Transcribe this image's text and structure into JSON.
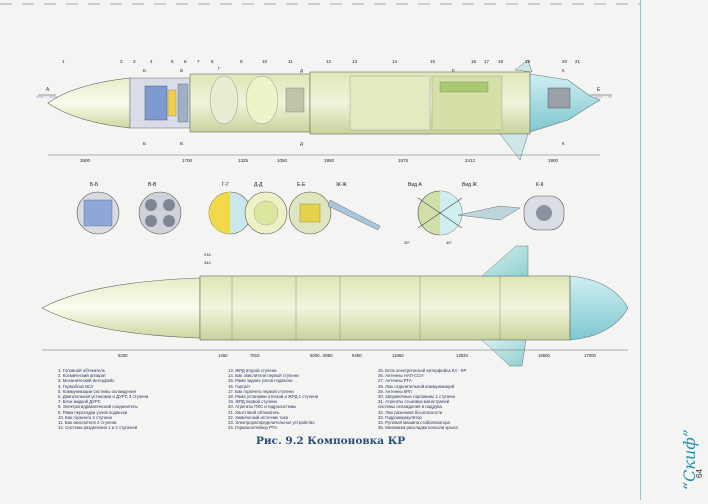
{
  "caption": "Рис. 9.2 Компоновка КР",
  "brand": "“Скиф”",
  "page_number": "64",
  "top_view": {
    "callouts": [
      "1",
      "2",
      "3",
      "4",
      "5",
      "6",
      "7",
      "8",
      "9",
      "10",
      "11",
      "12",
      "13",
      "14",
      "15",
      "16",
      "17",
      "18",
      "19",
      "20",
      "21"
    ],
    "section_marks": [
      "А",
      "Б",
      "В",
      "Г",
      "Д",
      "Е",
      "Ж",
      "К",
      "Б",
      "В",
      "Д",
      "К"
    ],
    "dimensions": [
      "3500",
      "1700",
      "1325",
      "1050",
      "1950",
      "1575",
      "2412",
      "1900"
    ]
  },
  "section_labels": [
    "Б-Б",
    "В-В",
    "Г-Г",
    "Д-Д",
    "Е-Е",
    "Ж-Ж",
    "Вид А",
    "Вид Ж",
    "К-К"
  ],
  "bottom_view": {
    "dimensions": [
      "5330",
      "1460",
      "7810",
      "5000...9080",
      "9450",
      "11860",
      "13920",
      "15500",
      "17000"
    ],
    "small_labels": [
      "916",
      "344",
      "30°",
      "45°"
    ]
  },
  "legend": {
    "col1": [
      "1. Головной обтекатель",
      "2. Космический аппарат",
      "3. Механический интерфейс",
      "4. Гермоблок ВСУ",
      "5. Коммуникации системы охлаждения",
      "6. Двигательная установка и ДУРС 3 ступени",
      "7. Блок жидкой ДУРС",
      "8. Электрогидравлический соединитель",
      "9. Рама пересадки узлов подвески",
      "10. Бак горючего 2 ступени",
      "11. Бак окислителя 2 ступени",
      "12. Система разделения 1 и 2 ступеней"
    ],
    "col2": [
      "13. ЖРД второй ступени",
      "14. Бак окислителя первой ступени",
      "15. Рама задних узлов подвески",
      "16. Гаргрот",
      "17. Бак горючего первой ступени",
      "18. Рама установки отсеков и ЖРД 1 ступени",
      "19. ЖРД первой ступени",
      "20. Агрегаты ПКС и гидросистемы",
      "21. Хвостовой обтекатель",
      "22. Химический источник тока",
      "23. Электрораспределительное устройство",
      "24. Гермоконтейнер РТА"
    ],
    "col3": [
      "25. Блок электрической интерфейса КА - КР",
      "26. Антенны НАП-ССН",
      "27. Антенны РТА",
      "28. Люк отделительной коммуникаций",
      "29. Антенны КРЛ",
      "30. Заправочные горловины 1 ступени",
      "31. Агрегаты стыковки магистралей",
      "    системы охлаждения и наддува",
      "32. Люк разъемов бесопасности",
      "33. Гидроаккумулятор",
      "34. Рулевая машина стабилизатора",
      "35. Механизм раскладки консоли крыла"
    ]
  }
}
